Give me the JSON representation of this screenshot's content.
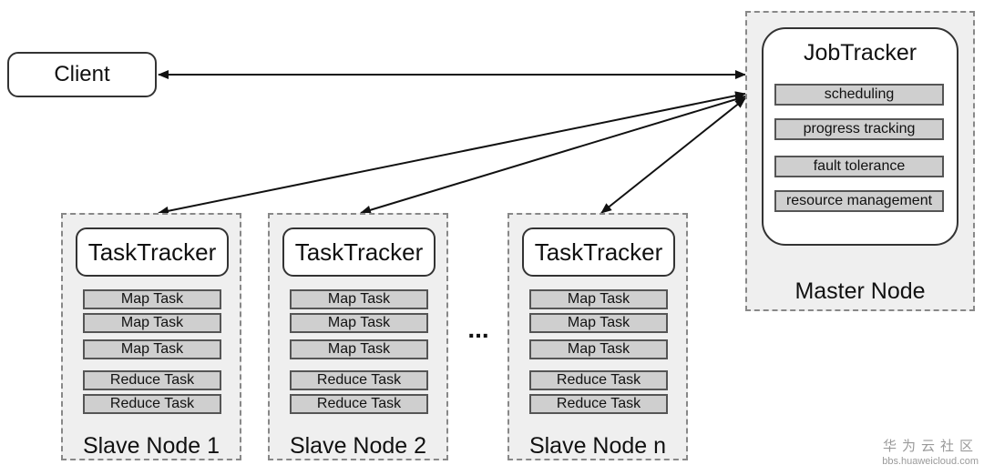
{
  "client": {
    "label": "Client"
  },
  "master": {
    "title": "JobTracker",
    "functions": [
      "scheduling",
      "progress tracking",
      "fault tolerance",
      "resource management"
    ],
    "label": "Master Node"
  },
  "slaves": [
    {
      "tracker": "TaskTracker",
      "tasks": [
        "Map Task",
        "Map Task",
        "Map Task",
        "Reduce Task",
        "Reduce Task"
      ],
      "label": "Slave Node 1"
    },
    {
      "tracker": "TaskTracker",
      "tasks": [
        "Map Task",
        "Map Task",
        "Map Task",
        "Reduce Task",
        "Reduce Task"
      ],
      "label": "Slave Node 2"
    },
    {
      "tracker": "TaskTracker",
      "tasks": [
        "Map Task",
        "Map Task",
        "Map Task",
        "Reduce Task",
        "Reduce Task"
      ],
      "label": "Slave Node n"
    }
  ],
  "ellipsis": "...",
  "watermark": {
    "line1": "华为云社区",
    "line2": "bbs.huaweicloud.com"
  }
}
